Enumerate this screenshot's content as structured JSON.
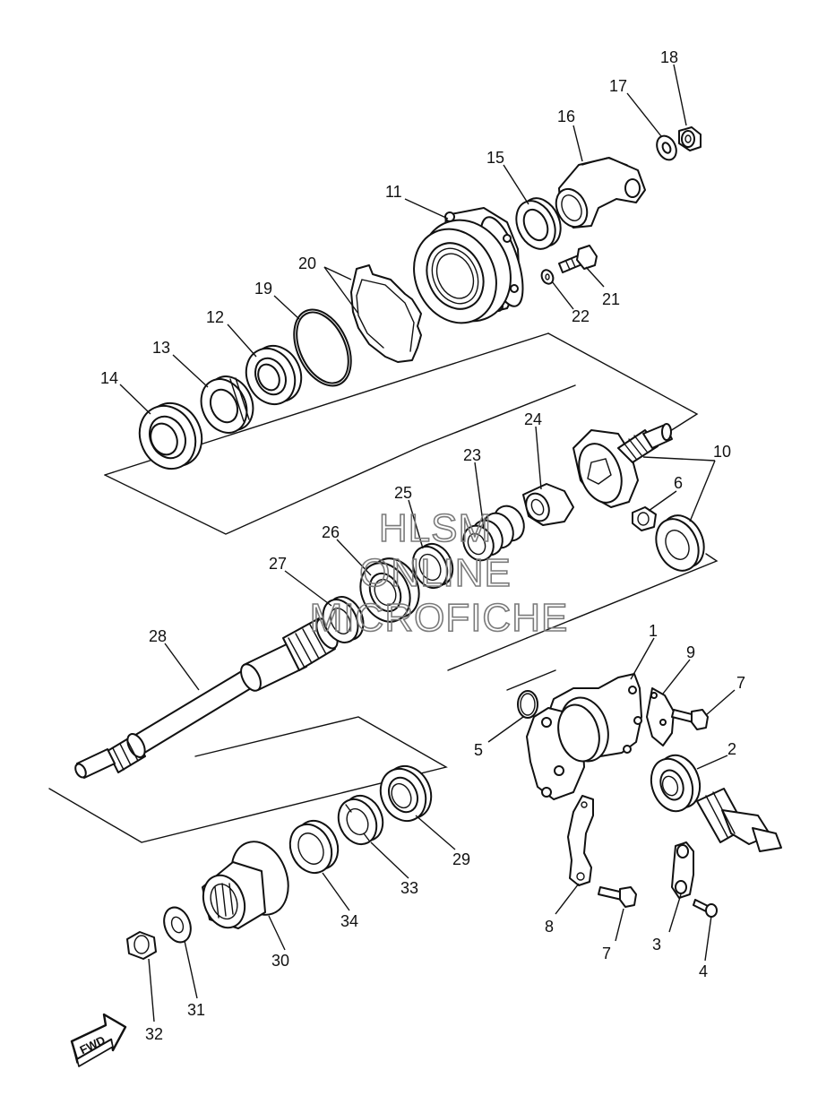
{
  "callouts": {
    "c1": "1",
    "c2": "2",
    "c3": "3",
    "c4": "4",
    "c5": "5",
    "c6": "6",
    "c7a": "7",
    "c7b": "7",
    "c8": "8",
    "c9": "9",
    "c10": "10",
    "c11": "11",
    "c12": "12",
    "c13": "13",
    "c14": "14",
    "c15": "15",
    "c16": "16",
    "c17": "17",
    "c18": "18",
    "c19": "19",
    "c20": "20",
    "c21": "21",
    "c22": "22",
    "c23": "23",
    "c24": "24",
    "c25": "25",
    "c26": "26",
    "c27": "27",
    "c28": "28",
    "c29": "29",
    "c30": "30",
    "c31": "31",
    "c32": "32",
    "c33": "33",
    "c34": "34"
  },
  "watermark": {
    "line1": "HLSM",
    "line2": "ONLINE",
    "line3": "MICROFICHE"
  },
  "direction_badge": "FWD"
}
